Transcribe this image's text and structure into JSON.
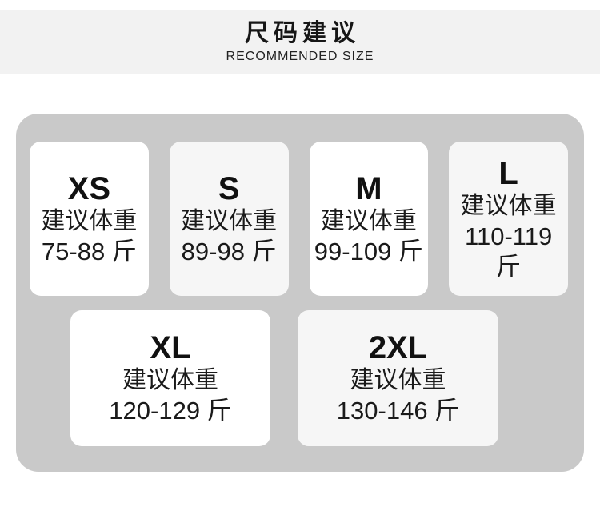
{
  "header": {
    "title": "尺码建议",
    "subtitle": "RECOMMENDED SIZE"
  },
  "size_chart": {
    "cards": [
      {
        "size": "XS",
        "weight_label": "建议体重",
        "weight_range": "75-88 斤"
      },
      {
        "size": "S",
        "weight_label": "建议体重",
        "weight_range": "89-98 斤"
      },
      {
        "size": "M",
        "weight_label": "建议体重",
        "weight_range": "99-109 斤"
      },
      {
        "size": "L",
        "weight_label": "建议体重",
        "weight_range": "110-119 斤"
      },
      {
        "size": "XL",
        "weight_label": "建议体重",
        "weight_range": "120-129 斤"
      },
      {
        "size": "2XL",
        "weight_label": "建议体重",
        "weight_range": "130-146 斤"
      }
    ]
  },
  "colors": {
    "page-bg": "#ffffff",
    "band-bg": "#f2f2f2",
    "panel-bg": "#c9c9c9",
    "card-bg": "#ffffff",
    "card-alt-bg": "#f6f6f6",
    "text-color": "#141414"
  }
}
